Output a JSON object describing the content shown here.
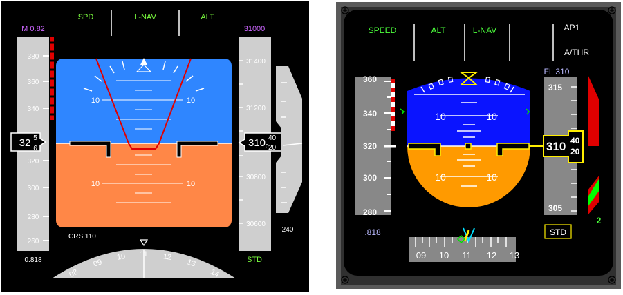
{
  "left_pfd": {
    "fma": {
      "speed": "SPD",
      "lateral": "L-NAV",
      "vertical": "ALT"
    },
    "mach_top": "M 0.82",
    "selected_alt": "31000",
    "speed_ticks": [
      "380",
      "360",
      "340",
      "320",
      "300",
      "280",
      "260"
    ],
    "speed_readout_major": "32",
    "speed_readout_upper": "5",
    "speed_readout_lower": "6",
    "mach_bottom": "0.818",
    "alt_ticks": [
      "31400",
      "31200",
      "30800",
      "30600"
    ],
    "alt_readout_major": "310",
    "alt_readout_sub": "0",
    "alt_readout_upper": "40",
    "alt_readout_lower": "20",
    "pitch_label": "10",
    "crs": "CRS 110",
    "vs_value": "240",
    "baro": "STD",
    "heading_ticks": [
      "08",
      "09",
      "10",
      "11",
      "12",
      "13",
      "14"
    ],
    "colors": {
      "sky": "#2f86ff",
      "ground": "#ff8747",
      "tape": "#cfcfcf",
      "fma_green": "#7cff3f",
      "magenta": "#cc66ff"
    }
  },
  "right_pfd": {
    "fma": {
      "speed": "SPEED",
      "vertical": "ALT",
      "lateral": "L-NAV",
      "autopilot": "AP1",
      "autothrust": "A/THR"
    },
    "flight_level": "FL 310",
    "speed_ticks": [
      "360",
      "340",
      "320",
      "300",
      "280"
    ],
    "mach": ".818",
    "alt_ticks": [
      "315",
      "305"
    ],
    "alt_readout_major": "310",
    "alt_readout_upper": "40",
    "alt_readout_lower": "20",
    "pitch_label": "10",
    "vs_value": "2",
    "baro": "STD",
    "heading_ticks": [
      "09",
      "10",
      "11",
      "12",
      "13"
    ],
    "colors": {
      "sky": "#0a14ff",
      "ground": "#ff9a00",
      "tape": "#888888",
      "fma_green": "#4cff3c",
      "yellow": "#ffee00"
    }
  }
}
